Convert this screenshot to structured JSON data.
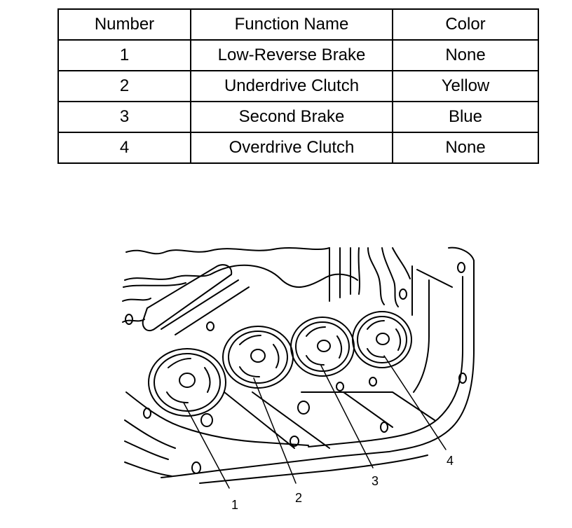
{
  "table": {
    "headers": [
      "Number",
      "Function Name",
      "Color"
    ],
    "rows": [
      [
        "1",
        "Low-Reverse Brake",
        "None"
      ],
      [
        "2",
        "Underdrive Clutch",
        "Yellow"
      ],
      [
        "3",
        "Second Brake",
        "Blue"
      ],
      [
        "4",
        "Overdrive Clutch",
        "None"
      ]
    ]
  },
  "diagram": {
    "callouts": [
      "1",
      "2",
      "3",
      "4"
    ]
  }
}
